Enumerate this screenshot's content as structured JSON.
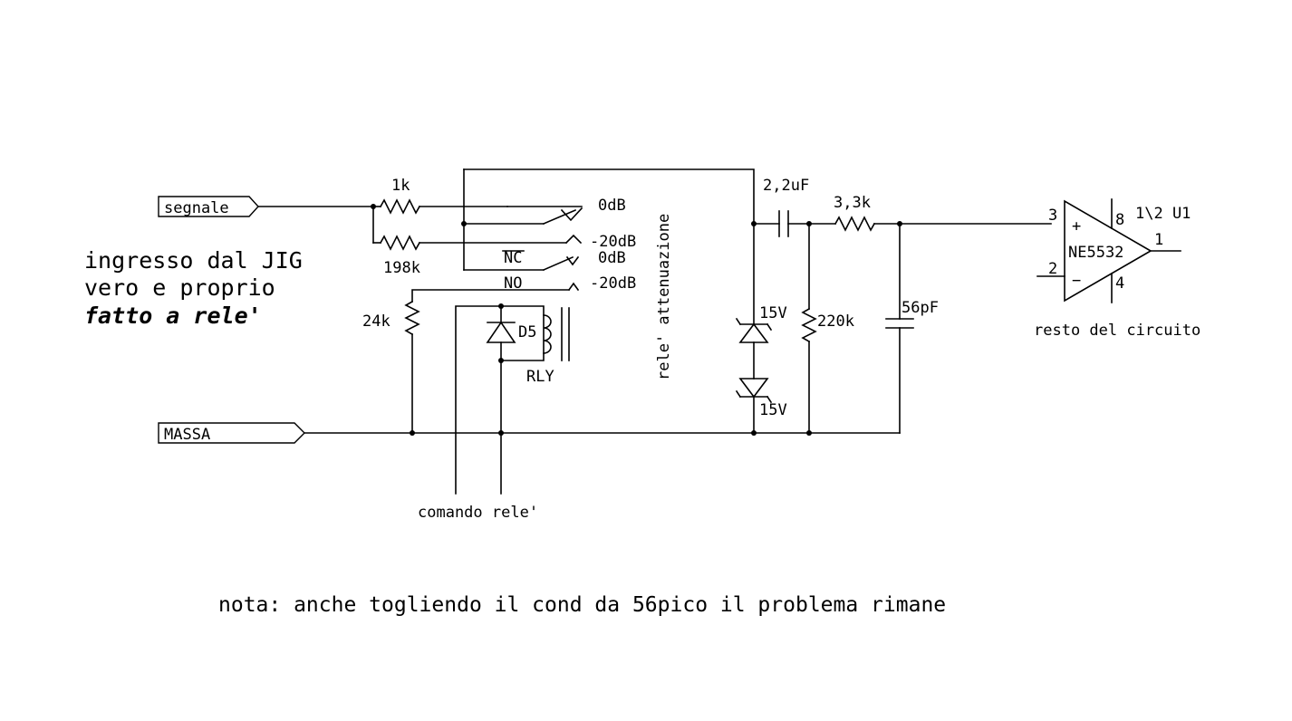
{
  "ports": {
    "input": "segnale",
    "ground": "MASSA"
  },
  "components": {
    "r1": "1k",
    "r2": "198k",
    "r3": "24k",
    "r4": "3,3k",
    "r5": "220k",
    "c1": "2,2uF",
    "c2": "56pF",
    "z1": "15V",
    "z2": "15V",
    "diode": "D5",
    "relay": "RLY",
    "opamp": "NE5532",
    "opamp_ref": "1\\2 U1"
  },
  "relay_contacts": {
    "top_a": "0dB",
    "top_b": "-20dB",
    "nc": "NC",
    "nc_val": "0dB",
    "no": "NO",
    "no_val": "-20dB",
    "vertical_label": "rele' attenuazione"
  },
  "opamp_pins": {
    "plus_in": "3",
    "minus_in": "2",
    "out": "1",
    "vcc": "8",
    "vee": "4",
    "plus_sign": "+",
    "minus_sign": "−"
  },
  "annotations": {
    "title_line1": "ingresso dal JIG",
    "title_line2": "vero e proprio",
    "title_line3": "fatto a rele'",
    "relay_command": "comando rele'",
    "rest": "resto del circuito",
    "note": "nota: anche togliendo il cond da 56pico il problema rimane"
  }
}
